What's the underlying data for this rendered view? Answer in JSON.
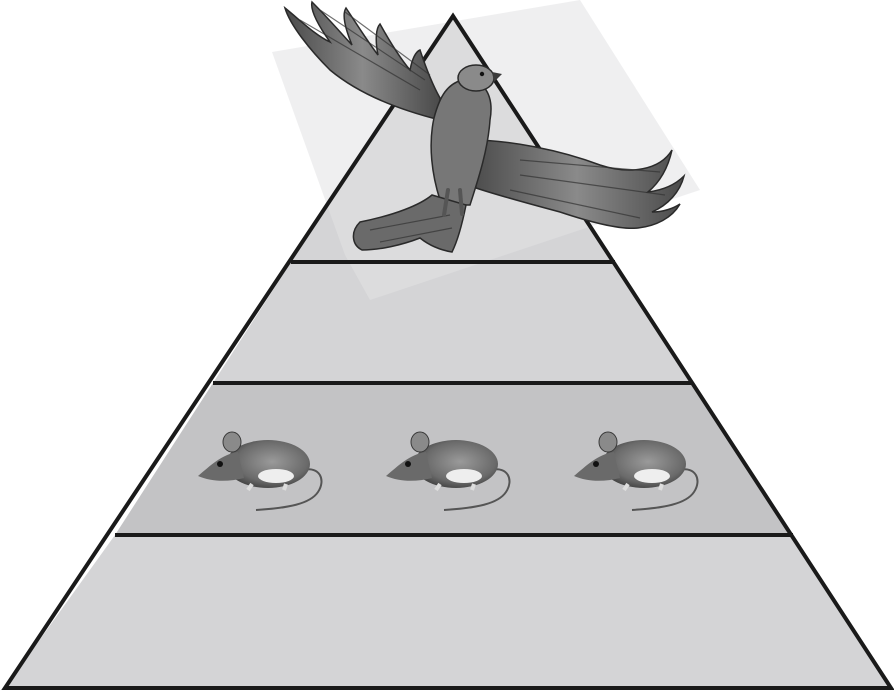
{
  "diagram": {
    "type": "food-pyramid",
    "levels": [
      {
        "level": 1,
        "position": "bottom",
        "contents": []
      },
      {
        "level": 2,
        "position": "second",
        "contents": [
          "mouse-icon",
          "mouse-icon",
          "mouse-icon"
        ]
      },
      {
        "level": 3,
        "position": "third",
        "contents": []
      },
      {
        "level": 4,
        "position": "top",
        "contents": [
          "hawk-icon"
        ]
      }
    ]
  },
  "colors": {
    "pyramid_fill": "#d4d4d6",
    "mouse_band_fill": "#c3c3c5",
    "outline": "#1a1a1a",
    "animal_body": "#6f6f6f",
    "animal_dark": "#3a3a3a"
  }
}
